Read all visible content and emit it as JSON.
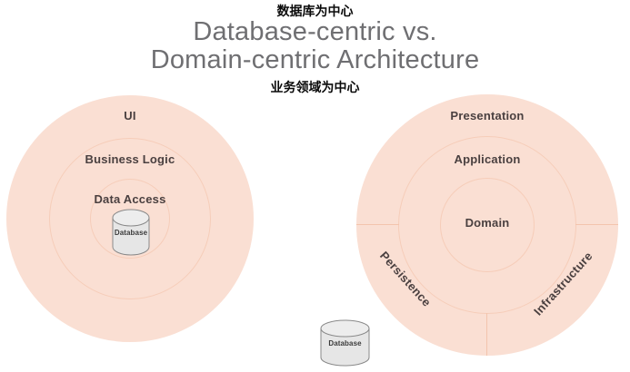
{
  "title": {
    "line1": "Database-centric vs.",
    "line2": "Domain-centric Architecture",
    "color": "#6f6f72"
  },
  "annotations": {
    "top_cn": "数据库为中心",
    "bottom_cn": "业务领域为中心",
    "color": "#0a0a0a"
  },
  "theme": {
    "fill": "#fadfd3",
    "stroke": "#f6cdb9",
    "divider": "#f3c4ad",
    "label_color": "#4a4040",
    "db_fill": "#e6e6e6",
    "db_stroke": "#8a8a8a"
  },
  "left_diagram": {
    "name": "database-centric-architecture",
    "rings": [
      {
        "label": "UI",
        "radius": 136
      },
      {
        "label": "Business Logic",
        "radius": 89
      },
      {
        "label": "Data Access",
        "radius": 44
      }
    ],
    "database": {
      "label": "Database"
    }
  },
  "right_diagram": {
    "name": "domain-centric-architecture",
    "rings": [
      {
        "label": "Presentation",
        "radius": 144
      },
      {
        "label": "Application",
        "radius": 98
      },
      {
        "label": "Domain",
        "radius": 52
      }
    ],
    "sectors": [
      {
        "label": "Persistence",
        "position": "bottom-left"
      },
      {
        "label": "Infrastructure",
        "position": "bottom-right"
      }
    ]
  },
  "external_database": {
    "label": "Database"
  },
  "chart_data": {
    "type": "diagram",
    "title": "Database-centric vs. Domain-centric Architecture",
    "diagrams": [
      {
        "name": "Database-centric",
        "layers_outer_to_inner": [
          "UI",
          "Business Logic",
          "Data Access"
        ],
        "center_element": "Database"
      },
      {
        "name": "Domain-centric",
        "layers_outer_to_inner": [
          "Presentation",
          "Application",
          "Domain"
        ],
        "outer_sectors": [
          "Persistence",
          "Infrastructure"
        ],
        "external_element": "Database"
      }
    ]
  }
}
